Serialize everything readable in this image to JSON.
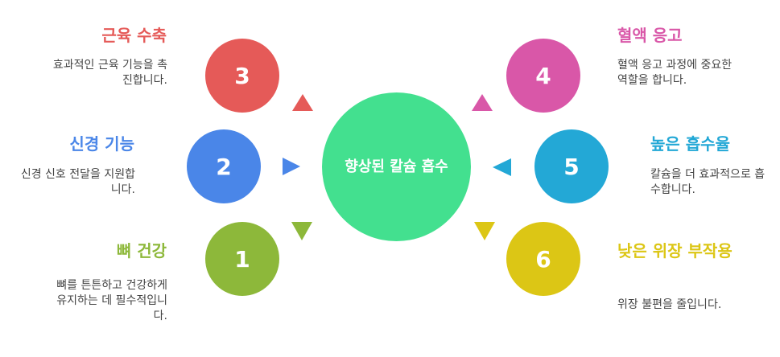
{
  "center": {
    "label": "향상된 칼슘 흡수"
  },
  "items": [
    {
      "number": "3",
      "title": "근육 수축",
      "desc": "효과적인 근육 기능을 촉진합니다.",
      "color": "#e55a58"
    },
    {
      "number": "2",
      "title": "신경 기능",
      "desc": "신경 신호 전달을 지원합니다.",
      "color": "#4a86e8"
    },
    {
      "number": "1",
      "title": "뼈 건강",
      "desc": "뼈를 튼튼하고 건강하게 유지하는 데 필수적입니다.",
      "color": "#8db83a"
    },
    {
      "number": "4",
      "title": "혈액 응고",
      "desc": "혈액 응고 과정에 중요한 역할을 합니다.",
      "color": "#d957a8"
    },
    {
      "number": "5",
      "title": "높은 흡수율",
      "desc": "칼슘을 더 효과적으로 흡수합니다.",
      "color": "#23a8d6"
    },
    {
      "number": "6",
      "title": "낮은 위장 부작용",
      "desc": "위장 불편을 줄입니다.",
      "color": "#dcc615"
    }
  ]
}
